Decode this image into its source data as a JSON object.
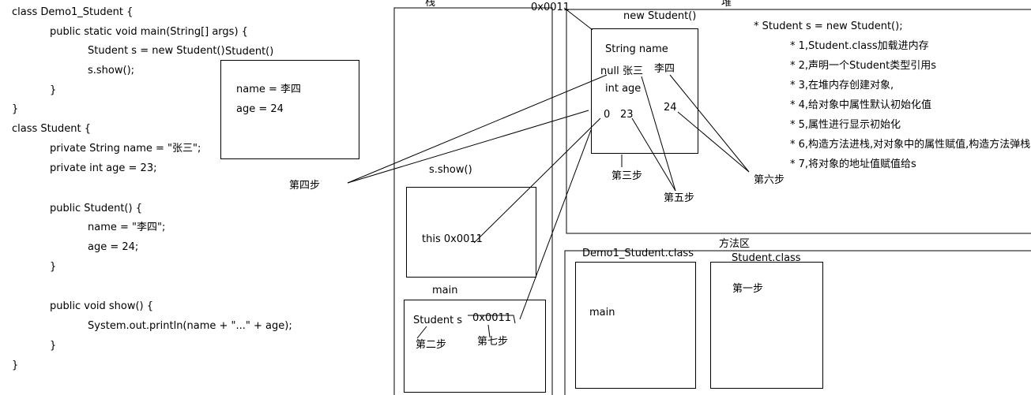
{
  "code": {
    "lines": [
      "class Demo1_Student {",
      "public static void main(String[] args) {",
      "Student s = new Student();",
      "s.show();",
      "}",
      "}",
      "class Student {",
      "private String name = \"张三\";",
      "private int age = 23;",
      "public Student() {",
      "name = \"李四\";",
      "age = 24;",
      "}",
      "public void show() {",
      "System.out.println(name + \"...\" + age);",
      "}",
      "}"
    ]
  },
  "popup": {
    "title": "Student()",
    "name_line": "name = 李四",
    "age_line": "age = 24"
  },
  "regions": {
    "stack": "栈",
    "heap": "堆",
    "method_area": "方法区"
  },
  "stack": {
    "show_frame_title": "s.show()",
    "this_ref": "this 0x0011",
    "main_frame_title": "main",
    "student_s": "Student s",
    "address": "0x0011",
    "step2": "第二步",
    "step7": "第七步"
  },
  "heap": {
    "address": "0x0011",
    "object_title": "new Student()",
    "field_name": "String name",
    "name_null": "null",
    "name_zhangsan": "张三",
    "name_lisi": "李四",
    "field_age": "int age",
    "age_zero": "0",
    "age_23": "23",
    "age_24": "24",
    "step3": "第三步",
    "step5": "第五步",
    "step6": "第六步"
  },
  "method_area": {
    "demo_class": "Demo1_Student.class",
    "demo_main": "main",
    "student_class": "Student.class",
    "step1": "第一步"
  },
  "step4": "第四步",
  "notes": {
    "title": "* Student s = new Student();",
    "items": [
      "* 1,Student.class加载进内存",
      "* 2,声明一个Student类型引用s",
      "* 3,在堆内存创建对象,",
      "* 4,给对象中属性默认初始化值",
      "* 5,属性进行显示初始化",
      "* 6,构造方法进栈,对对象中的属性赋值,构造方法弹栈",
      "* 7,将对象的地址值赋值给s"
    ]
  }
}
